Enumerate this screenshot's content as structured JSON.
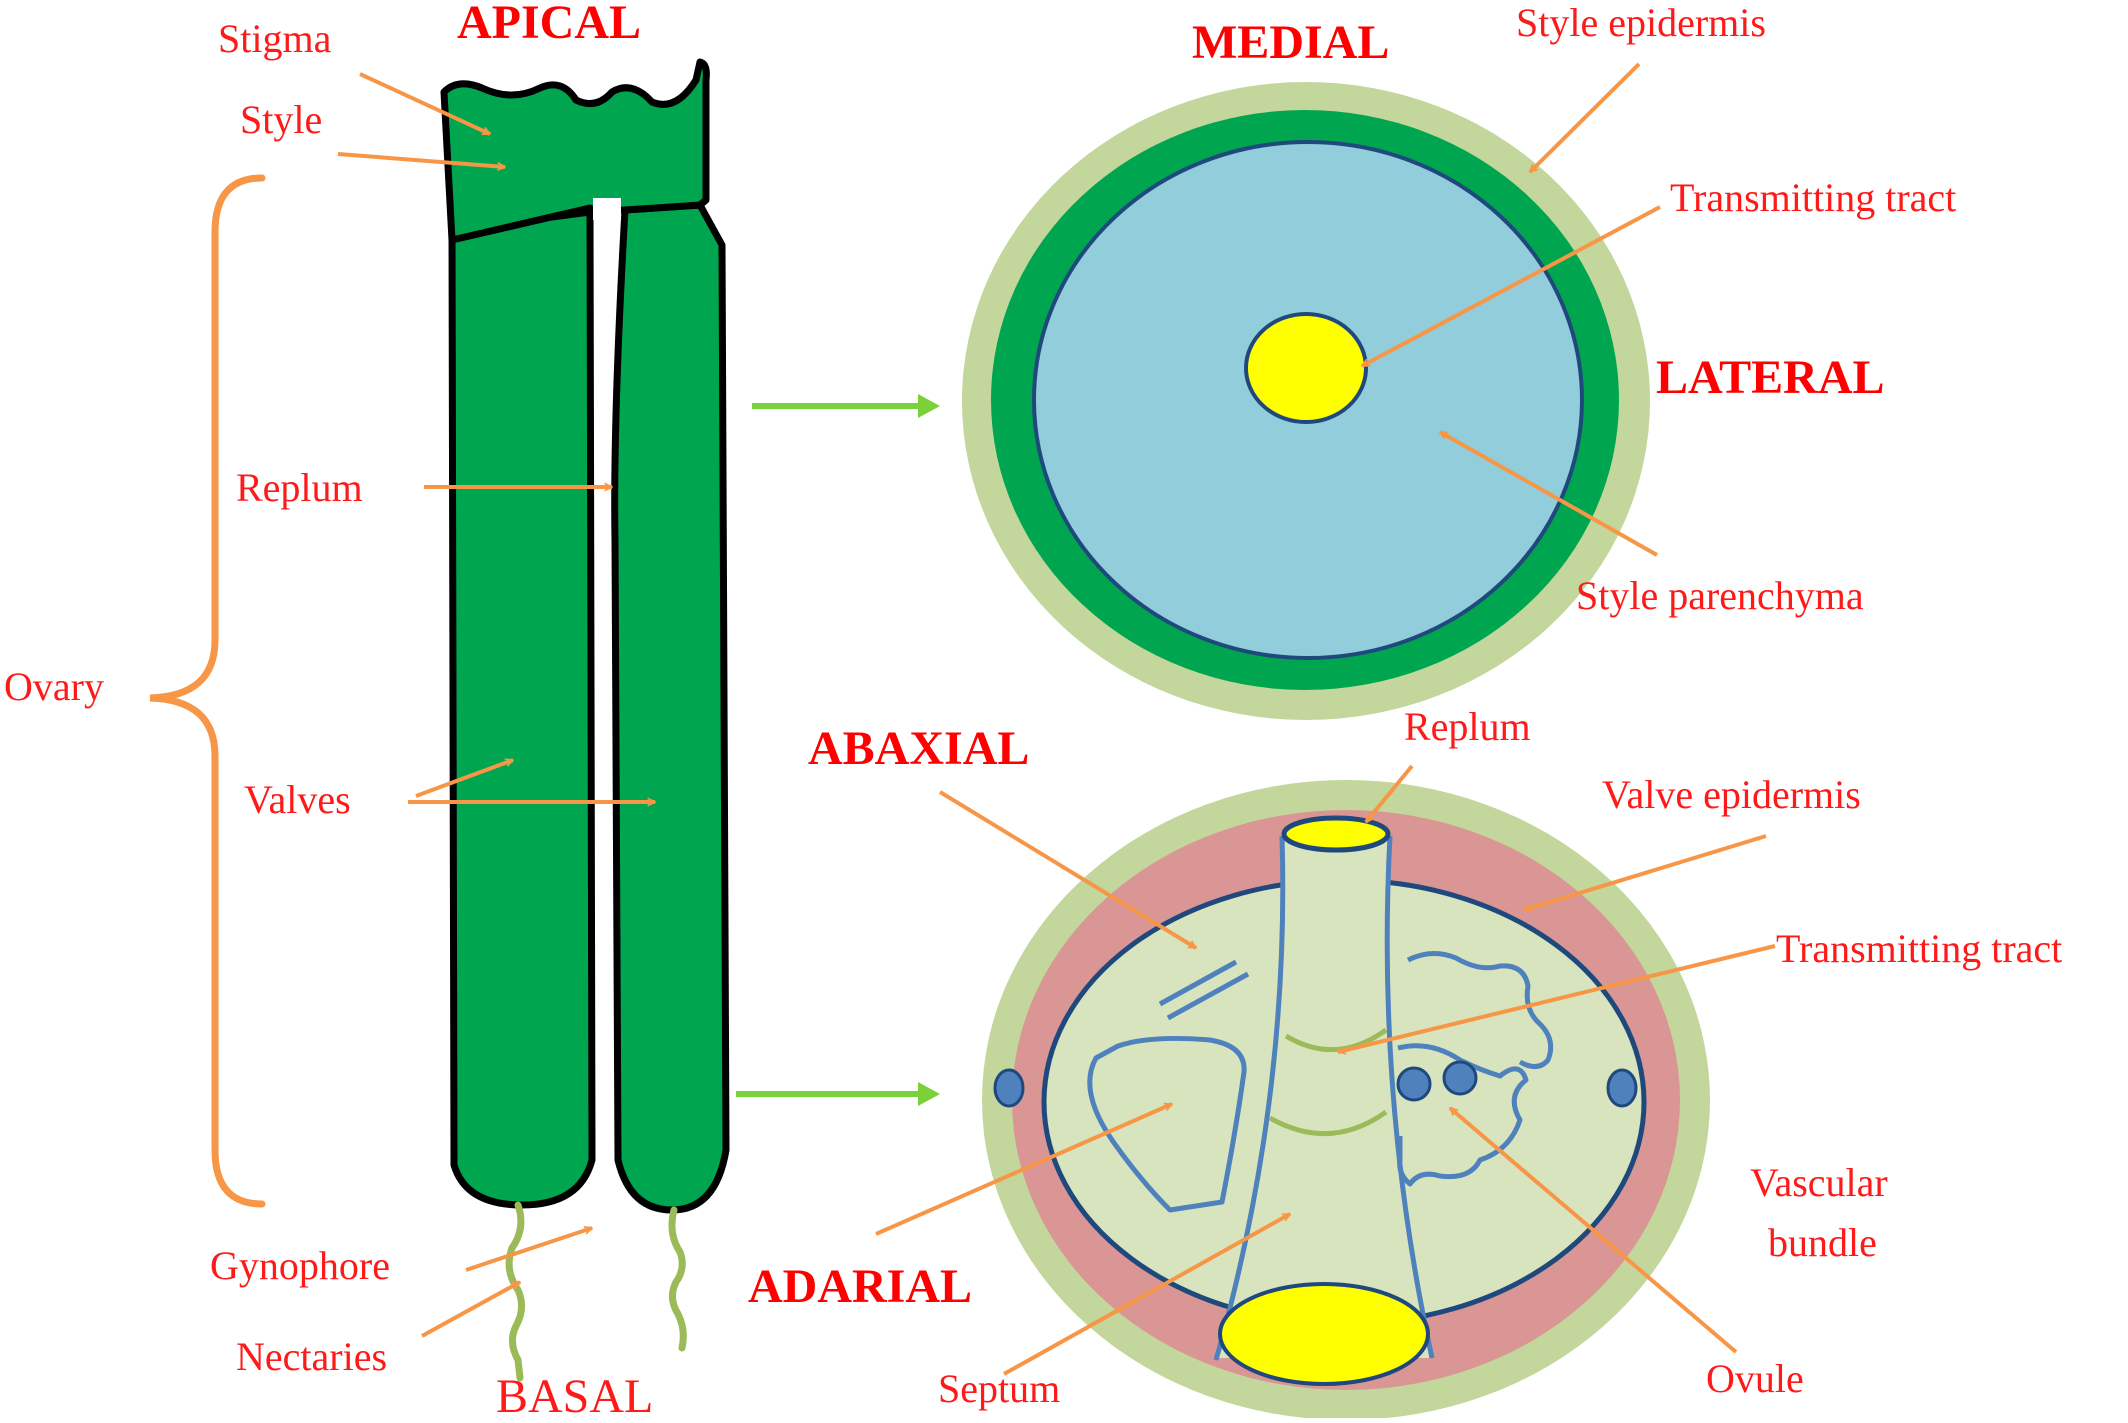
{
  "colors": {
    "label_red": "#ff1a1a",
    "arrow_orange": "#f79646",
    "arrow_green": "#7ad13a",
    "gynoecium_green": "#00a64f",
    "style_epidermis": "#c3d69b",
    "style_parenchyma": "#92cddc",
    "transmitting_tract": "#ffff00",
    "valve_tissue": "#d99694",
    "septum_fill": "#d7e4bd",
    "outline_blue": "#1f497d",
    "vascular_bundle": "#4f81bd"
  },
  "directions": {
    "apical": "APICAL",
    "basal": "BASAL",
    "medial": "MEDIAL",
    "lateral": "LATERAL",
    "abaxial": "ABAXIAL",
    "adarial": "ADARIAL"
  },
  "gynoecium_labels": {
    "stigma": "Stigma",
    "style": "Style",
    "ovary": "Ovary",
    "replum": "Replum",
    "valves": "Valves",
    "gynophore": "Gynophore",
    "nectaries": "Nectaries"
  },
  "style_section_labels": {
    "style_epidermis": "Style epidermis",
    "transmitting_tract": "Transmitting  tract",
    "style_parenchyma": "Style parenchyma"
  },
  "ovary_section_labels": {
    "replum": "Replum",
    "valve_epidermis": "Valve epidermis",
    "transmitting_tract": "Transmitting  tract",
    "vascular_bundle_line1": "Vascular",
    "vascular_bundle_line2": "bundle",
    "septum": "Septum",
    "ovule": "Ovule"
  },
  "icons": [
    "orange-arrow-icon",
    "green-arrow-icon"
  ]
}
